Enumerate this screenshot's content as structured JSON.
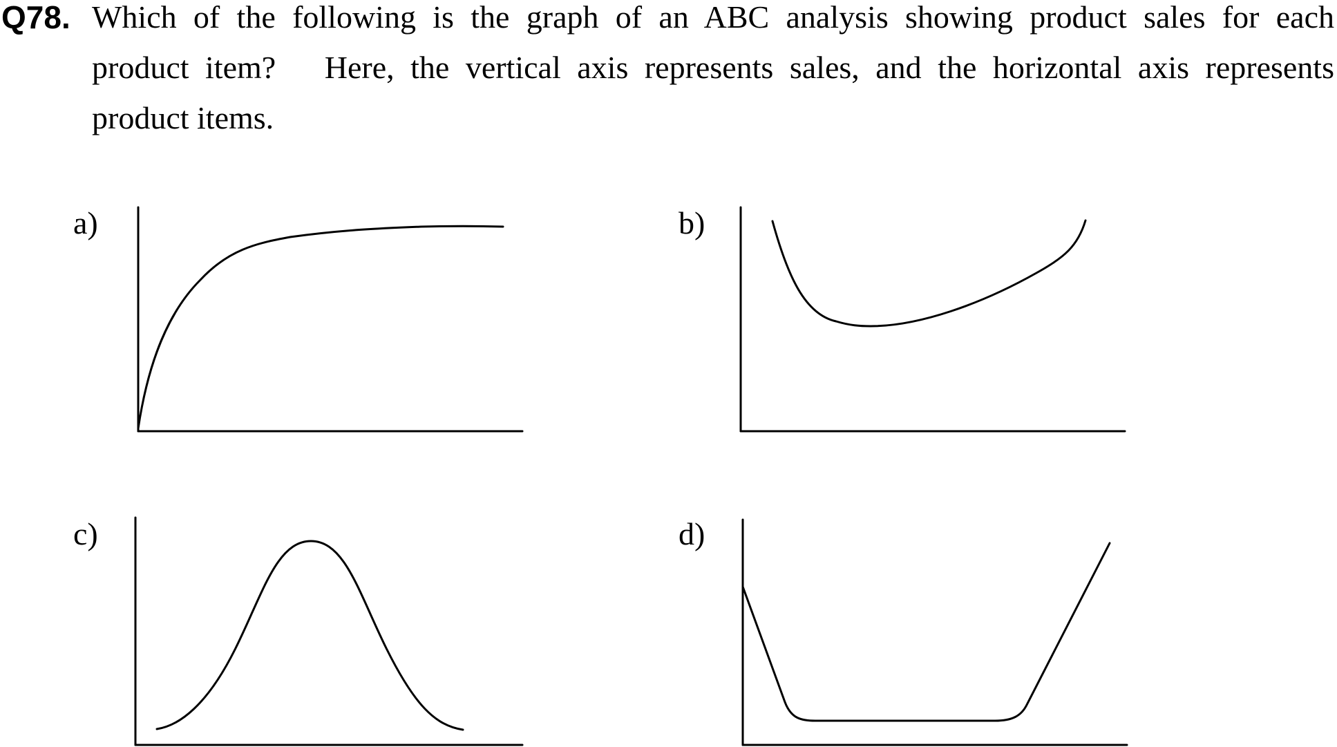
{
  "question": {
    "number": "Q78.",
    "lines": [
      "Which of the following is the graph of an ABC analysis showing product sales for each",
      "product item?   Here, the vertical axis represents sales, and the horizontal axis represents",
      "product items."
    ]
  },
  "options": [
    {
      "label": "a)",
      "shape": "concave rising curve that levels off"
    },
    {
      "label": "b)",
      "shape": "U-shaped curve"
    },
    {
      "label": "c)",
      "shape": "bell-shaped curve"
    },
    {
      "label": "d)",
      "shape": "bathtub-shaped curve"
    }
  ]
}
